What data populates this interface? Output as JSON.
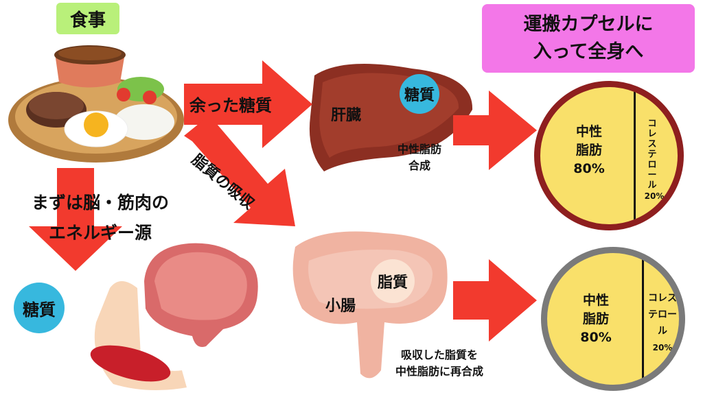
{
  "meal": {
    "label": "食事"
  },
  "capsule": {
    "line1": "運搬カプセルに",
    "line2": "入って全身へ"
  },
  "arrow_top": {
    "label": "余った糖質"
  },
  "arrow_diag": {
    "label": "脂質の吸収"
  },
  "liver": {
    "label": "肝臓",
    "badge": "糖質",
    "caption_line1": "中性脂肪",
    "caption_line2": "合成"
  },
  "energy": {
    "line1": "まずは脳・筋肉の",
    "line2": "エネルギー源",
    "badge": "糖質"
  },
  "intestine": {
    "label": "小腸",
    "badge": "脂質",
    "caption_line1": "吸収した脂質を",
    "caption_line2": "中性脂肪に再合成"
  },
  "lipo_top": {
    "tg_line1": "中性",
    "tg_line2": "脂肪",
    "tg_pct": "80%",
    "ch_chars": [
      "コ",
      "レ",
      "ス",
      "テ",
      "ロ",
      "ー",
      "ル"
    ],
    "ch_pct": "20%",
    "ring_color": "#8e1f1f",
    "fill_color": "#f9e06a"
  },
  "lipo_bottom": {
    "tg_line1": "中性",
    "tg_line2": "脂肪",
    "tg_pct": "80%",
    "ch_line1": "コレス",
    "ch_line2": "テロー",
    "ch_line3": "ル",
    "ch_pct": "20%",
    "ring_color": "#7a7a7a",
    "fill_color": "#f9e06a"
  },
  "colors": {
    "arrow": "#f23a2e",
    "badge_blue": "#37b8de",
    "badge_cream": "#fbe3d3",
    "meal_green": "#b9f07a",
    "capsule_pink": "#f377e8"
  }
}
